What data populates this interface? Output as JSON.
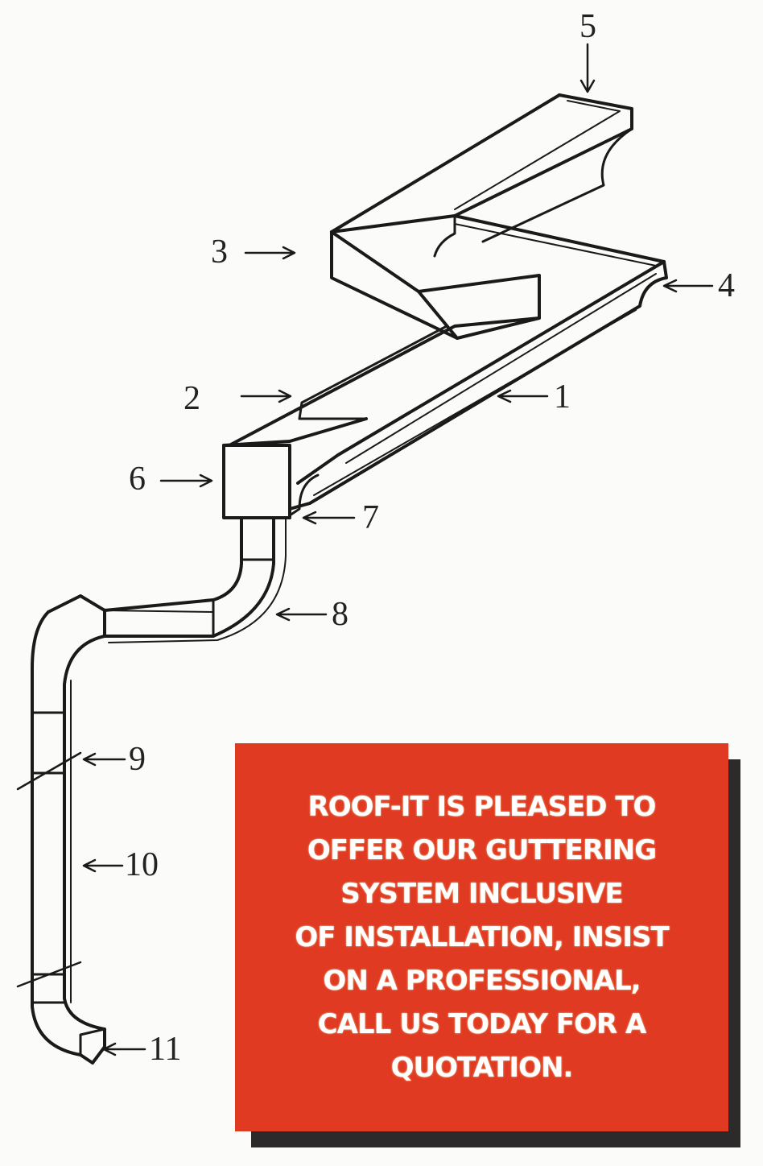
{
  "labels": [
    "1",
    "2",
    "3",
    "4",
    "5",
    "6",
    "7",
    "8",
    "9",
    "10",
    "11"
  ],
  "promo": {
    "lines": [
      "ROOF-IT IS PLEASED TO",
      "OFFER OUR GUTTERING",
      "SYSTEM INCLUSIVE",
      "OF INSTALLATION, INSIST",
      "ON A PROFESSIONAL,",
      "CALL US TODAY FOR A",
      "QUOTATION."
    ],
    "background": "#e03a22",
    "shadow": "#2c2a2b"
  }
}
